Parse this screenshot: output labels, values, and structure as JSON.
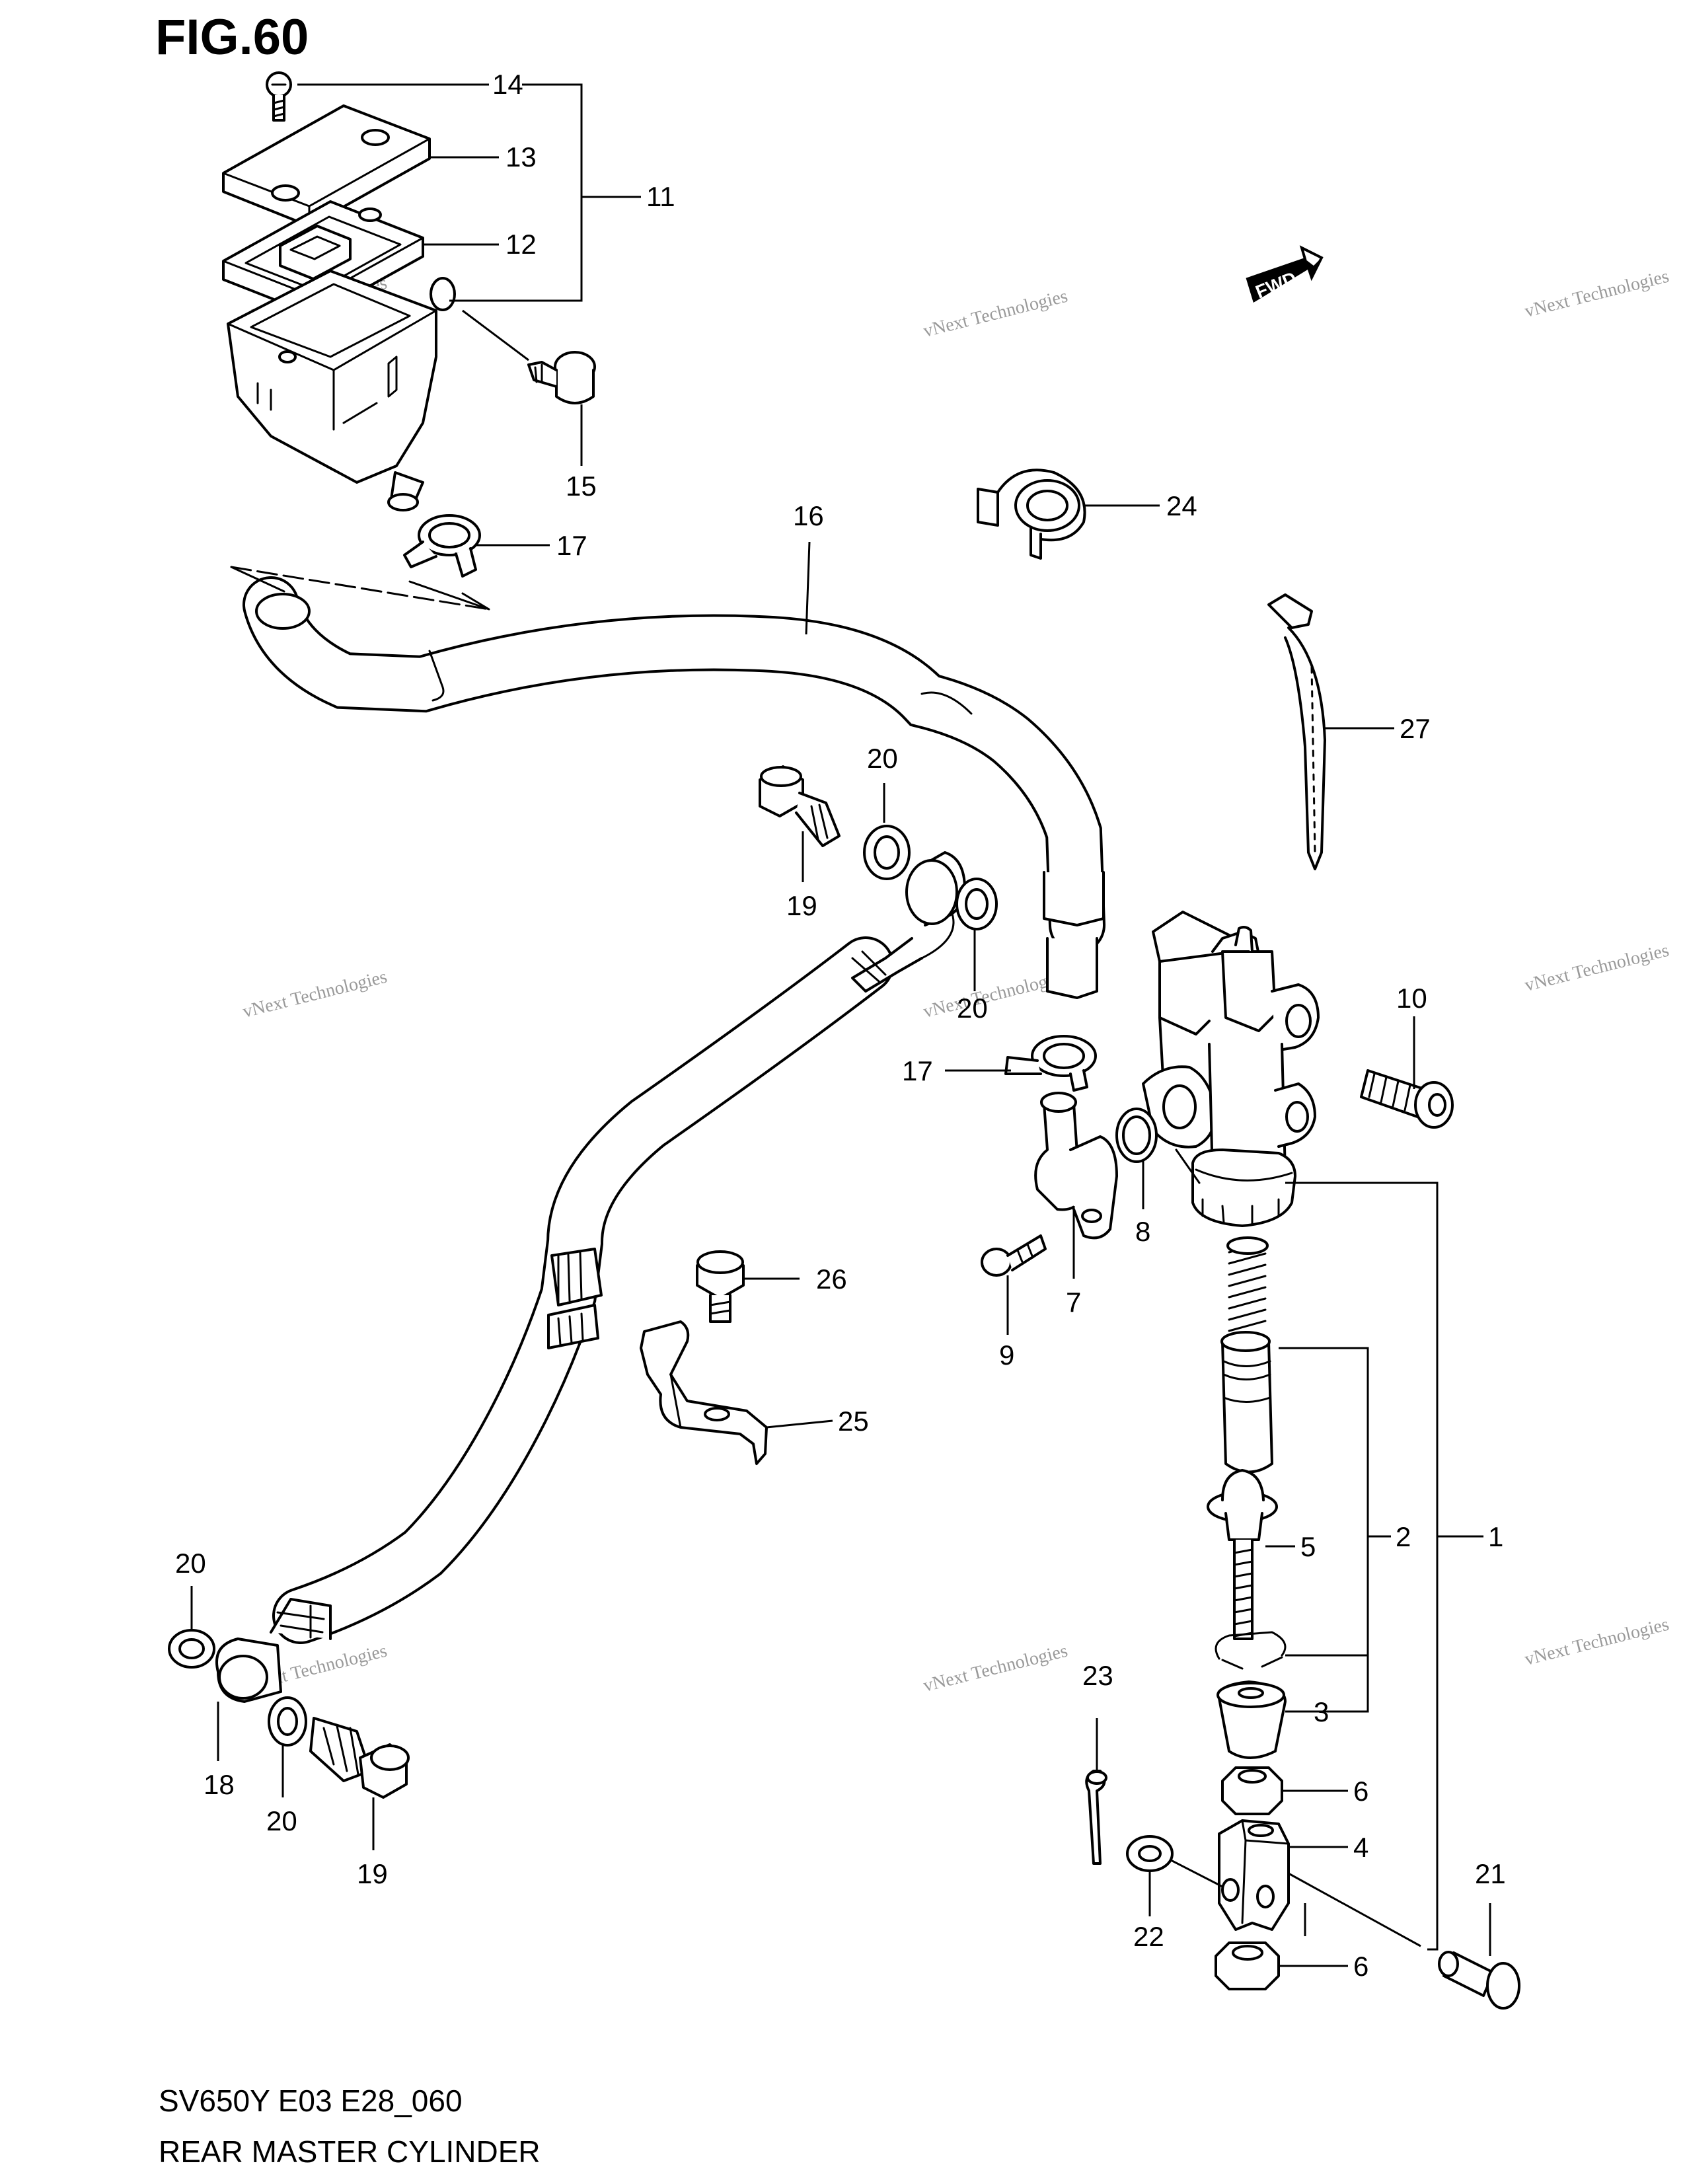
{
  "figure": {
    "label": "FIG.60",
    "model_code": "SV650Y E03 E28_060",
    "title": "REAR MASTER CYLINDER",
    "fwd_marker": "FWD"
  },
  "watermark": {
    "line1": "vNext Technologies",
    "line2": "vNext Technologies"
  },
  "callouts": {
    "n1": "1",
    "n2": "2",
    "n3": "3",
    "n4": "4",
    "n5": "5",
    "n6a": "6",
    "n6b": "6",
    "n7": "7",
    "n8": "8",
    "n9": "9",
    "n10": "10",
    "n11": "11",
    "n12": "12",
    "n13": "13",
    "n14": "14",
    "n15": "15",
    "n16": "16",
    "n17a": "17",
    "n17b": "17",
    "n18": "18",
    "n19a": "19",
    "n19b": "19",
    "n20a": "20",
    "n20b": "20",
    "n20c": "20",
    "n20d": "20",
    "n21": "21",
    "n22": "22",
    "n23": "23",
    "n24": "24",
    "n25": "25",
    "n26": "26",
    "n27": "27"
  }
}
